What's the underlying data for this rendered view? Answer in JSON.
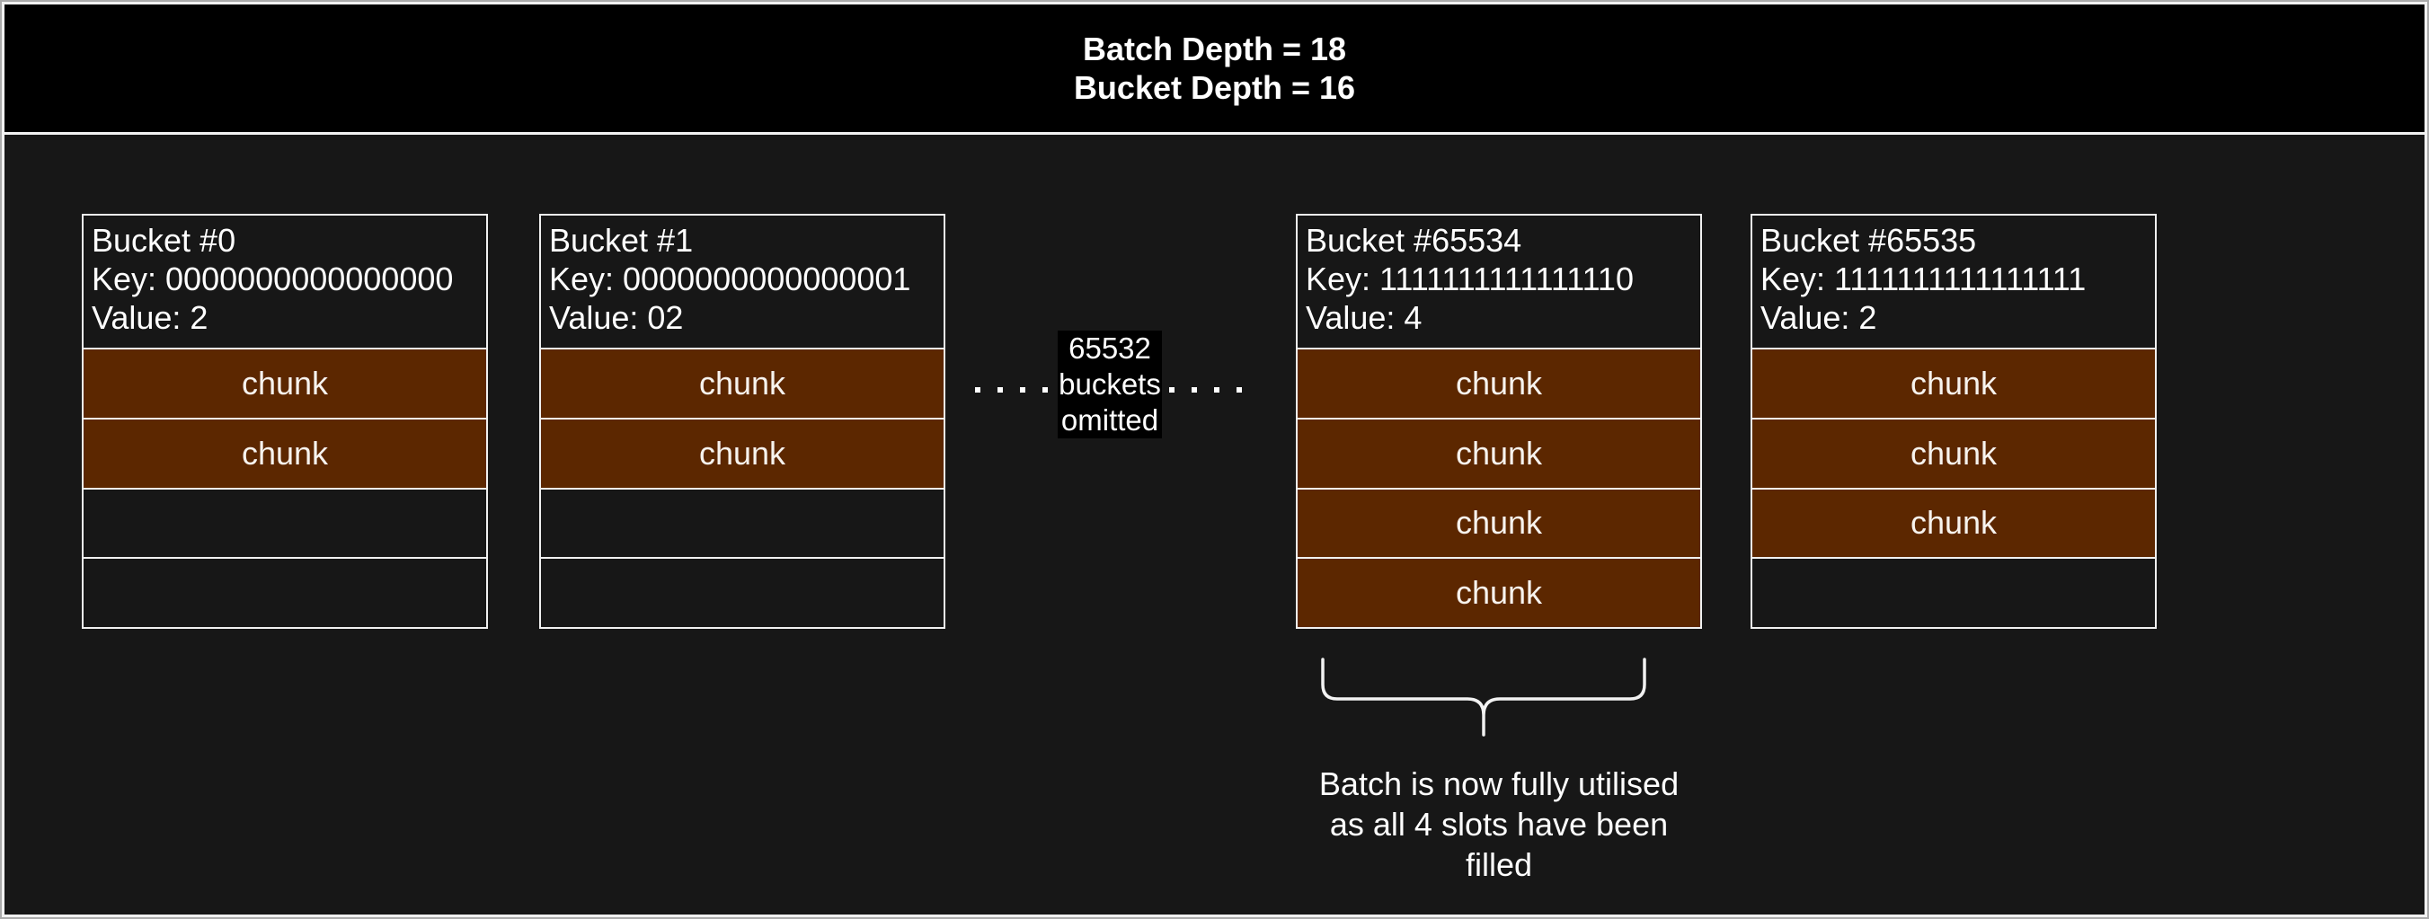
{
  "header": {
    "title_lines": [
      "Batch Depth = 18",
      "Bucket Depth = 16"
    ]
  },
  "buckets": [
    {
      "title": "Bucket #0",
      "key": "Key: 0000000000000000",
      "value": "Value: 2",
      "slots_total": 4,
      "slots_filled": 2,
      "chunk_label": "chunk"
    },
    {
      "title": "Bucket #1",
      "key": "Key: 0000000000000001",
      "value": "Value: 02",
      "slots_total": 4,
      "slots_filled": 2,
      "chunk_label": "chunk"
    },
    {
      "title": "Bucket #65534",
      "key": "Key: 1111111111111110",
      "value": "Value: 4",
      "slots_total": 4,
      "slots_filled": 4,
      "chunk_label": "chunk"
    },
    {
      "title": "Bucket #65535",
      "key": "Key: 1111111111111111",
      "value": "Value: 2",
      "slots_total": 4,
      "slots_filled": 3,
      "chunk_label": "chunk"
    }
  ],
  "omitted_note": {
    "lines": [
      "65532",
      "buckets",
      "omitted"
    ],
    "dots_per_side": 4
  },
  "annotation": {
    "lines": [
      "Batch is now fully utilised",
      "as all 4 slots have been",
      "filled"
    ]
  },
  "colors": {
    "header_bg": "#000000",
    "body_bg": "#171717",
    "chunk_fill": "#5C2700",
    "border_light": "#F2F2F2",
    "text": "#FFFFFF"
  }
}
